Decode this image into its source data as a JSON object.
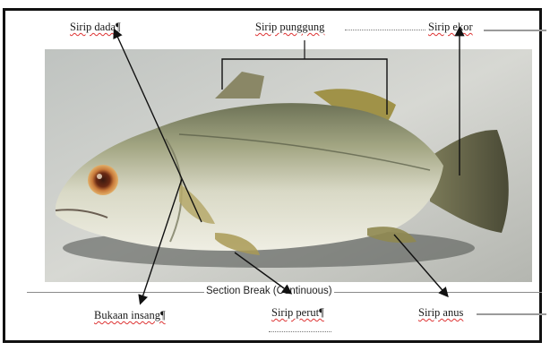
{
  "labels": {
    "sirip_dada": "Sirip dada¶",
    "sirip_punggung": "Sirip punggung",
    "sirip_ekor": "Sirip ekor",
    "bukaan_insang": "Bukaan insang¶",
    "sirip_perut": "Sirip perut¶",
    "sirip_anus": "Sirip anus"
  },
  "section_break": "Section Break (Continuous)",
  "colors": {
    "label_text": "#1a1a1a",
    "spellcheck_underline": "#d33333",
    "arrow": "#111111",
    "frame": "#111111"
  }
}
